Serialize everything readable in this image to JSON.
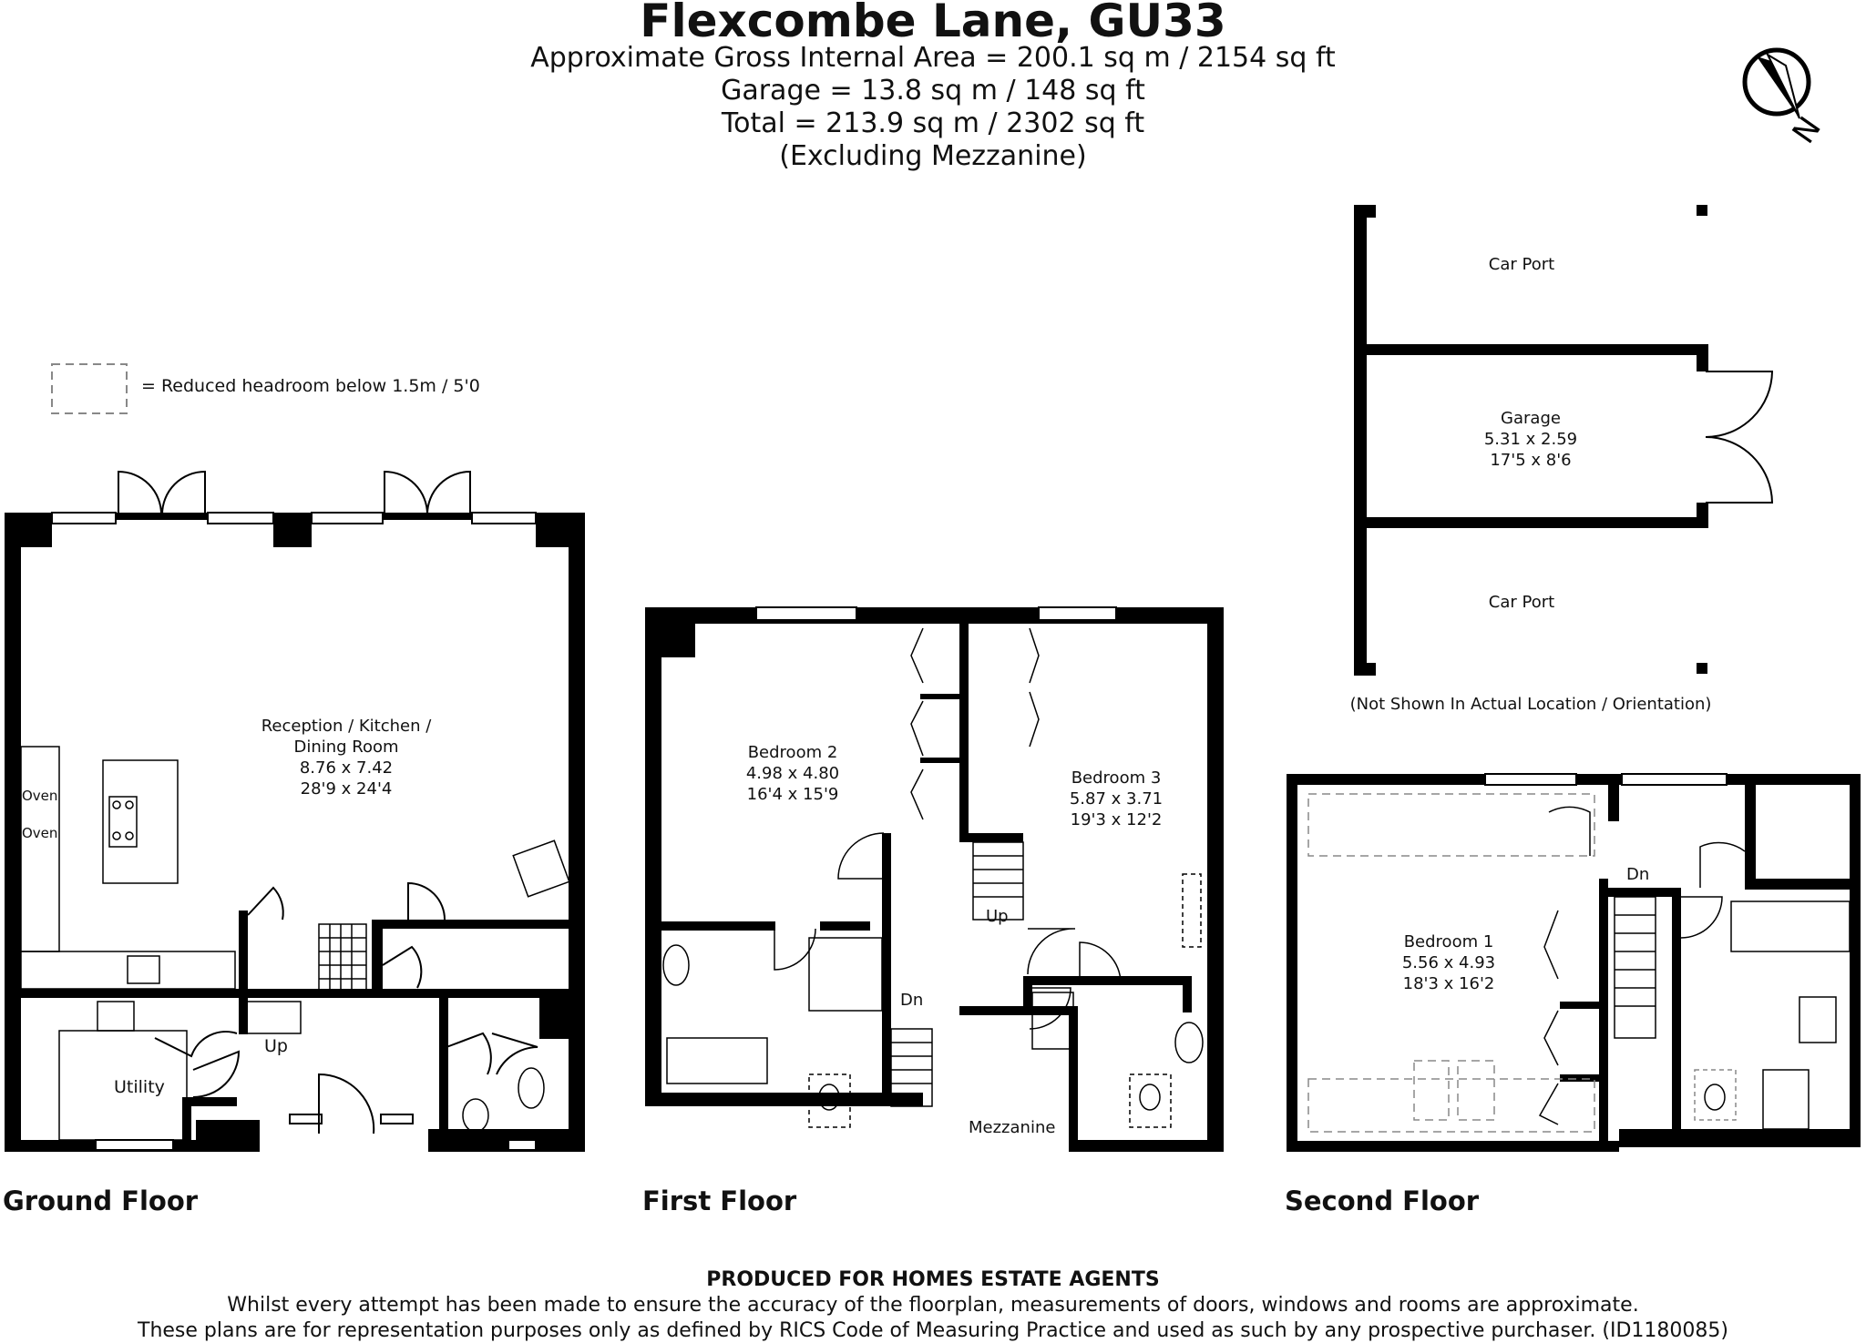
{
  "header": {
    "title": "Flexcombe Lane, GU33",
    "gross_area": "Approximate Gross Internal Area = 200.1 sq m / 2154 sq ft",
    "garage_area": "Garage = 13.8 sq m / 148 sq ft",
    "total_area": "Total = 213.9 sq m / 2302 sq ft",
    "excluding": "(Excluding Mezzanine)"
  },
  "compass": {
    "letter": "N",
    "icon": "north-arrow-icon"
  },
  "legend": {
    "text": "= Reduced headroom below 1.5m / 5'0"
  },
  "floors": {
    "ground": "Ground Floor",
    "first": "First Floor",
    "second": "Second Floor"
  },
  "rooms": {
    "reception": {
      "name_1": "Reception  / Kitchen /",
      "name_2": "Dining Room",
      "metric": "8.76 x 7.42",
      "imperial": "28'9 x 24'4"
    },
    "utility": {
      "name": "Utility"
    },
    "oven_1": "Oven",
    "oven_2": "Oven",
    "ground_up": "Up",
    "bedroom2": {
      "name": "Bedroom 2",
      "metric": "4.98 x 4.80",
      "imperial": "16'4 x 15'9"
    },
    "bedroom3": {
      "name": "Bedroom 3",
      "metric": "5.87 x 3.71",
      "imperial": "19'3 x 12'2"
    },
    "first_up": "Up",
    "first_dn": "Dn",
    "mezzanine": "Mezzanine",
    "bedroom1": {
      "name": "Bedroom 1",
      "metric": "5.56 x 4.93",
      "imperial": "18'3 x 16'2"
    },
    "second_dn": "Dn",
    "car_port_1": "Car Port",
    "garage": {
      "name": "Garage",
      "metric": "5.31 x 2.59",
      "imperial": "17'5 x 8'6"
    },
    "car_port_2": "Car Port",
    "garage_note": "(Not Shown In Actual Location / Orientation)"
  },
  "footer": {
    "producer": "PRODUCED FOR HOMES ESTATE AGENTS",
    "line1": "Whilst every attempt has been made to ensure the accuracy of the floorplan, measurements of doors, windows and rooms are approximate.",
    "line2": "These plans are for representation purposes only as defined by RICS Code of Measuring Practice and used as such by any prospective purchaser. (ID1180085)"
  },
  "colors": {
    "wall": "#000000",
    "background": "#ffffff",
    "dashed": "#888888"
  }
}
